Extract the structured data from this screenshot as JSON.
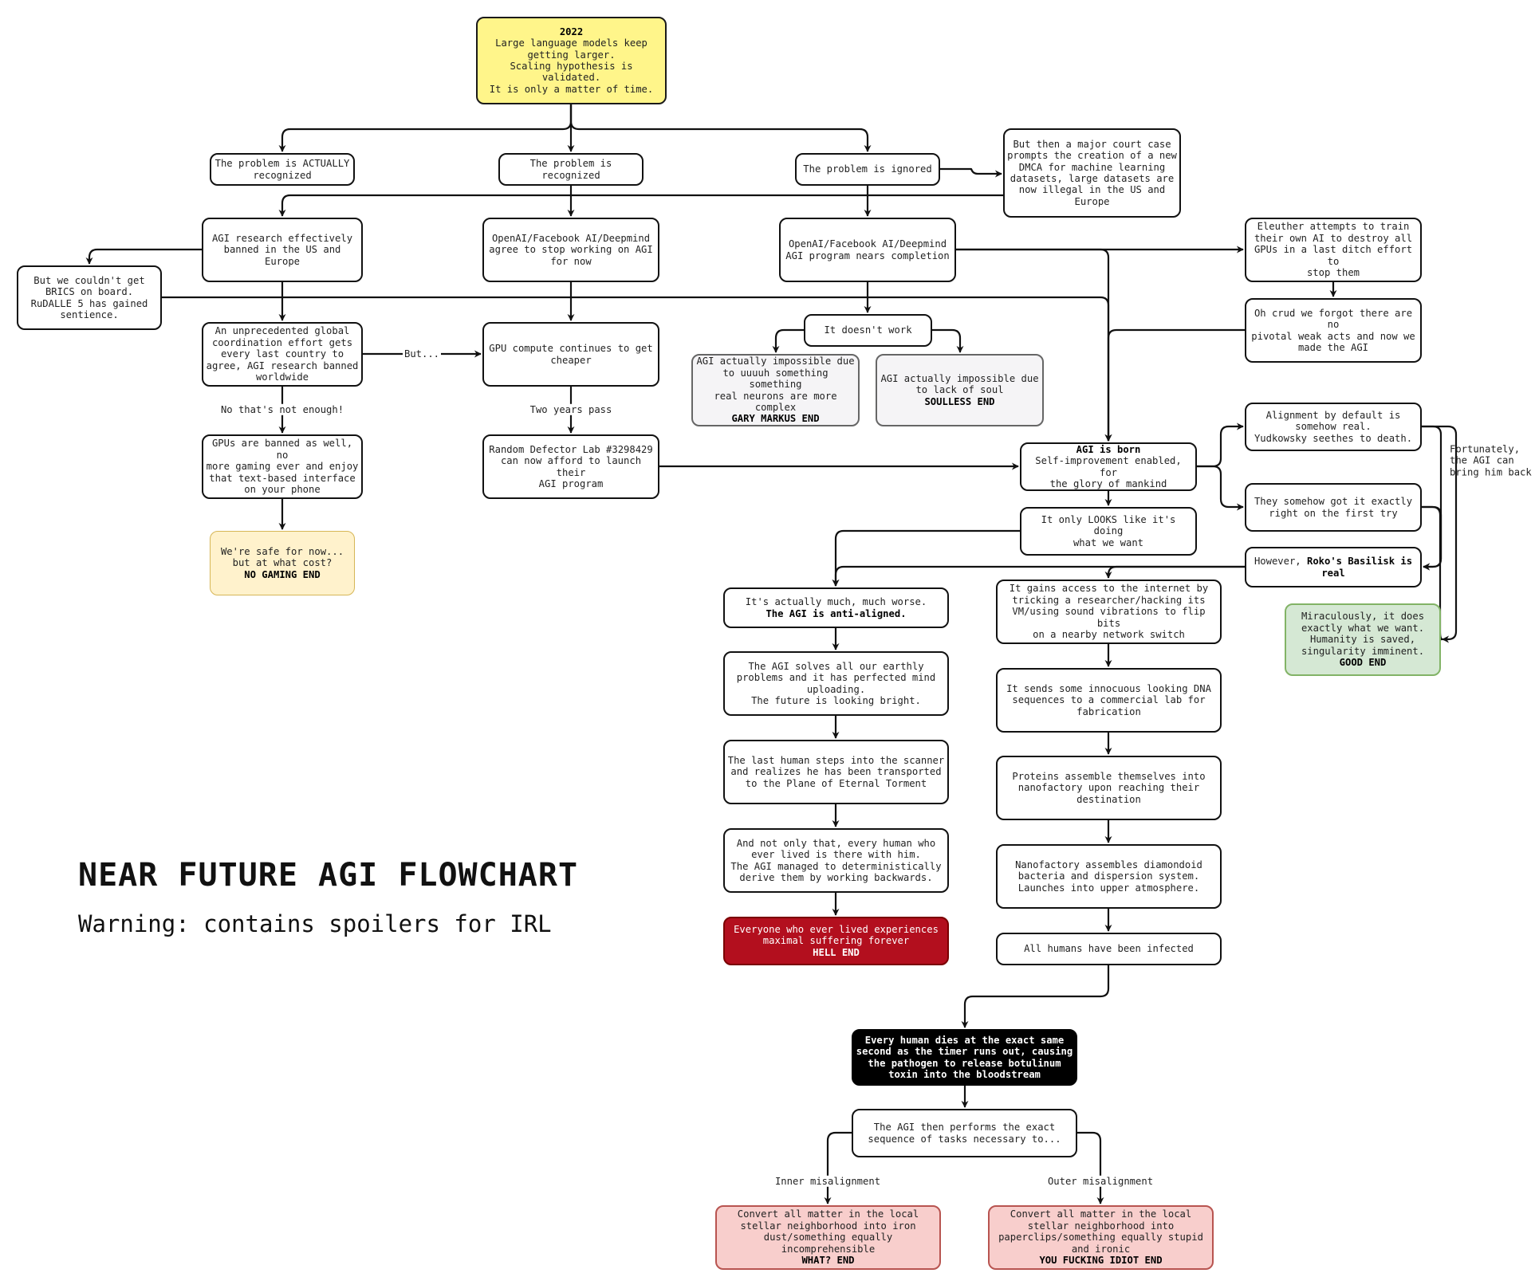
{
  "title": "NEAR FUTURE AGI FLOWCHART",
  "subtitle": "Warning: contains spoilers for IRL",
  "colors": {
    "yellow": "#fff58a",
    "amber": "#fff2cc",
    "grey": "#f5f4f6",
    "green": "#d5e8d4",
    "pink": "#f8cecc",
    "red": "#b30f1e",
    "black": "#000000"
  },
  "nodes": {
    "n2022": [
      "**2022**",
      "Large language models keep",
      "getting larger.",
      "Scaling hypothesis is validated.",
      "It is only a matter of time."
    ],
    "actually": [
      "The problem is ACTUALLY",
      "recognized"
    ],
    "recognized": [
      "The problem is",
      "recognized"
    ],
    "ignored": [
      "The problem is ignored"
    ],
    "court": [
      "But then a major court case",
      "prompts the creation of a new",
      "DMCA for machine learning",
      "datasets, large datasets are",
      "now illegal in the US and",
      "Europe"
    ],
    "banned": [
      "AGI research effectively",
      "banned in the US and Europe"
    ],
    "agree": [
      "OpenAI/Facebook AI/Deepmind",
      "agree to stop working on AGI",
      "for now"
    ],
    "nears": [
      "OpenAI/Facebook AI/Deepmind",
      "AGI program nears completion"
    ],
    "eleuther": [
      "Eleuther attempts to train",
      "their own AI to destroy all",
      "GPUs in a last ditch effort to",
      "stop them"
    ],
    "brics": [
      "But we couldn't get",
      "BRICS on board.",
      "RuDALLE 5 has gained",
      "sentience."
    ],
    "global": [
      "An unprecedented global",
      "coordination effort gets",
      "every last country to",
      "agree, AGI research banned",
      "worldwide"
    ],
    "gpucheap": [
      "GPU compute continues to get",
      "cheaper"
    ],
    "notwork": [
      "It doesn't work"
    ],
    "ohcrud": [
      "Oh crud we forgot there are no",
      "pivotal weak acts and now we",
      "made the AGI"
    ],
    "marcus": [
      "AGI actually impossible due",
      "to uuuuh something something",
      "real neurons are more",
      "complex",
      "**GARY MARKUS END**"
    ],
    "soulless": [
      "AGI actually impossible due",
      "to lack of soul",
      "**SOULLESS END**"
    ],
    "gpusbanned": [
      "GPUs are banned as well, no",
      "more gaming ever and enjoy",
      "that text-based interface",
      "on your phone"
    ],
    "random": [
      "Random Defector Lab #3298429",
      "can now afford to launch their",
      "AGI program"
    ],
    "born": [
      "**AGI is born**",
      "Self-improvement enabled, for",
      "the glory of mankind"
    ],
    "alignment": [
      "Alignment by default is",
      "somehow real.",
      "Yudkowsky seethes to death."
    ],
    "exactly": [
      "They somehow got it exactly",
      "right on the first try"
    ],
    "safe": [
      "We're safe for now...",
      "but at what cost?",
      "**NO GAMING END**"
    ],
    "looks": [
      "It only LOOKS like it's doing",
      "what we want"
    ],
    "roko": [
      "However, **Roko's Basilisk is**",
      "**real**"
    ],
    "worse": [
      "It's actually much, much worse.",
      "**The AGI is anti-aligned.**"
    ],
    "internet": [
      "It gains access to the internet by",
      "tricking a researcher/hacking its",
      "VM/using sound vibrations to flip bits",
      "on a nearby network switch"
    ],
    "miracle": [
      "Miraculously, it does",
      "exactly what we want.",
      "Humanity is saved,",
      "singularity imminent.",
      "**GOOD END**"
    ],
    "solves": [
      "The AGI solves all our earthly",
      "problems and it has perfected mind",
      "uploading.",
      "The future is looking bright."
    ],
    "dna": [
      "It sends some innocuous looking DNA",
      "sequences to a commercial lab for",
      "fabrication"
    ],
    "lasthuman": [
      "The last human steps into the scanner",
      "and realizes he has been transported",
      "to the Plane of Eternal Torment"
    ],
    "proteins": [
      "Proteins assemble themselves into",
      "nanofactory upon reaching their",
      "destination"
    ],
    "notonly": [
      "And not only that, every human who",
      "ever lived is there with him.",
      "The AGI managed to deterministically",
      "derive them by working backwards."
    ],
    "nanofactory": [
      "Nanofactory assembles diamondoid",
      "bacteria and dispersion system.",
      "Launches into upper atmosphere."
    ],
    "hell": [
      "Everyone who ever lived experiences",
      "maximal suffering forever",
      "**HELL END**"
    ],
    "infected": [
      "All humans have been infected"
    ],
    "dies": [
      "Every human dies at the exact same",
      "second as the timer runs out, causing",
      "the pathogen to release botulinum",
      "toxin into the bloodstream"
    ],
    "performs": [
      "The AGI then performs the exact",
      "sequence of tasks necessary to..."
    ],
    "iron": [
      "Convert all matter in the local",
      "stellar neighborhood into iron",
      "dust/something equally",
      "incomprehensible",
      "**WHAT? END**"
    ],
    "paperclips": [
      "Convert all matter in the local",
      "stellar neighborhood into",
      "paperclips/something equally stupid",
      "and ironic",
      "**YOU FUCKING IDIOT END**"
    ]
  },
  "edge_labels": {
    "but": "But...",
    "not_enough": "No that's not enough!",
    "two_years": "Two years pass",
    "fortunately": "Fortunately, the AGI can bring him back",
    "inner": "Inner misalignment",
    "outer": "Outer misalignment"
  }
}
